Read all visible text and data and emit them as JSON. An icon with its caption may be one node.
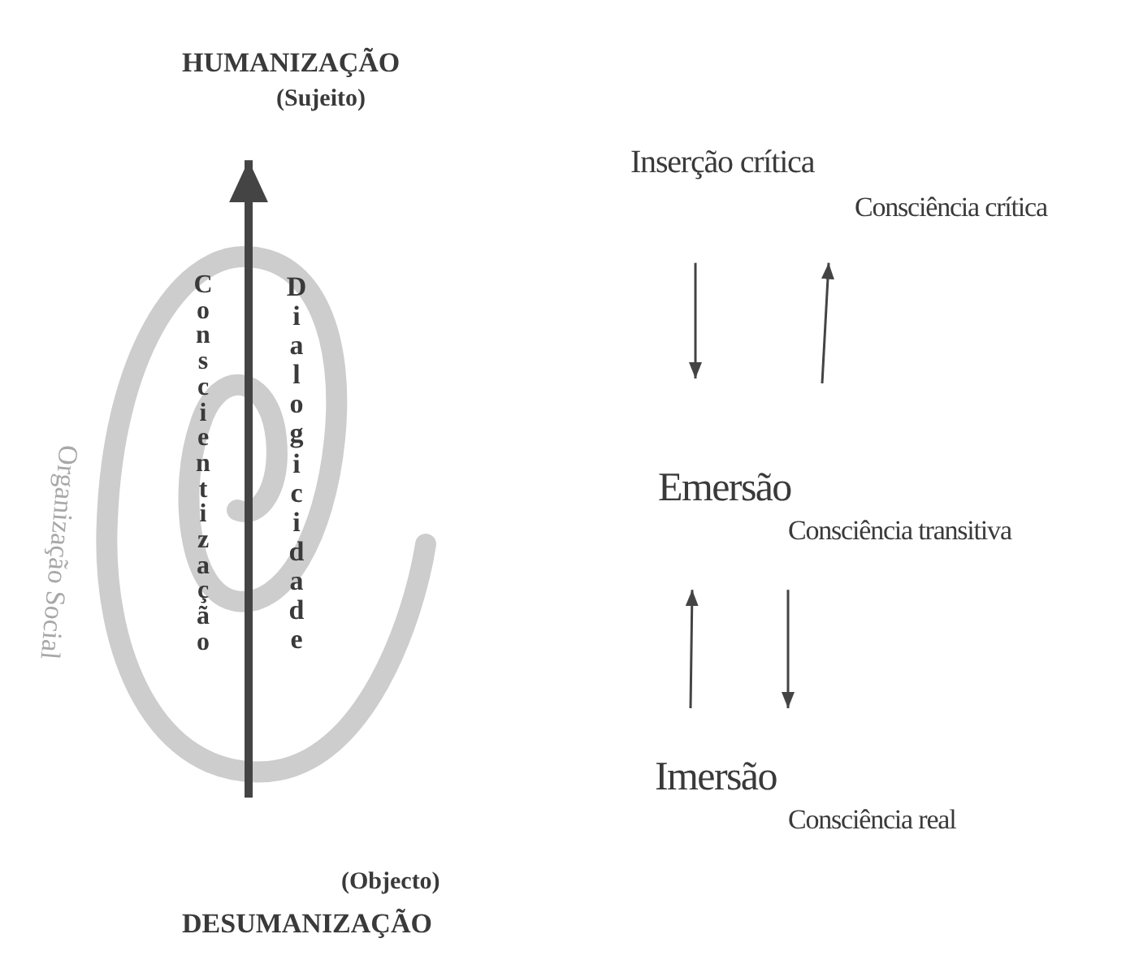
{
  "diagram": {
    "nodes": [
      {
        "text": [
          "HUMANIZAÇÃO",
          "(Sujeito)"
        ]
      },
      {
        "text": [
          "Inserção crítica",
          "Consciência crítica"
        ]
      },
      {
        "text": [
          "Emersão",
          "Consciência transitiva"
        ]
      },
      {
        "text": [
          "Imersão",
          "Consciência real"
        ]
      },
      {
        "text": [
          "(Objecto)",
          "DESUMANIZAÇÃO"
        ]
      }
    ],
    "edges": [
      {
        "from": 1,
        "to": 2,
        "arrow": "to"
      },
      {
        "from": 2,
        "to": 1,
        "arrow": "to"
      },
      {
        "from": 3,
        "to": 2,
        "arrow": "to"
      },
      {
        "from": 2,
        "to": 3,
        "arrow": "to"
      },
      {
        "from": 4,
        "to": 0,
        "arrow": "to",
        "style": "thick"
      }
    ],
    "labels": [
      "Conscientização",
      "Dialogicidade",
      "Organização Social"
    ]
  }
}
